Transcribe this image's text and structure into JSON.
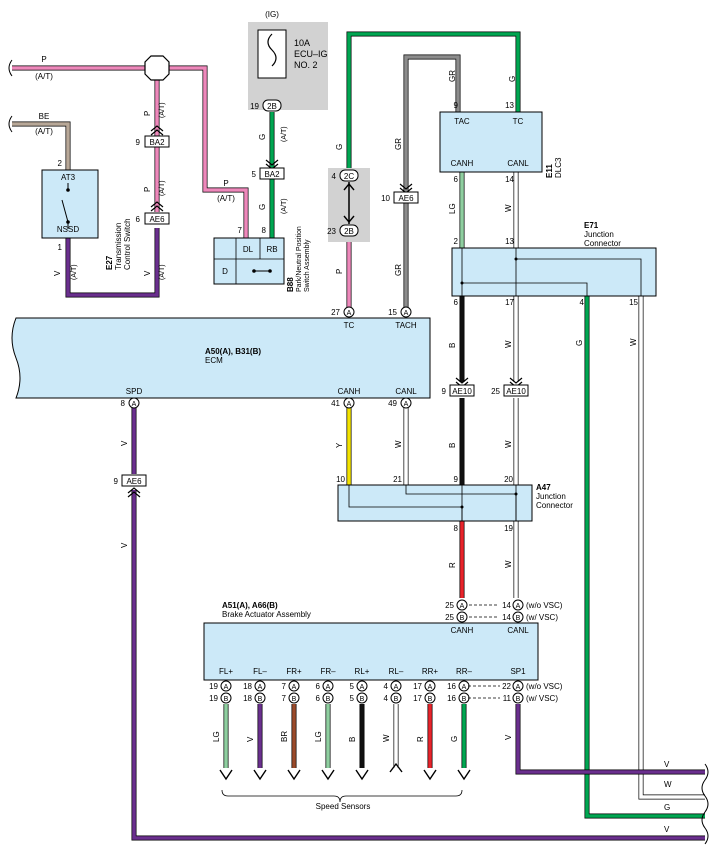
{
  "colors": {
    "P": "#ee88bb",
    "BE": "#b8a898",
    "V": "#6a2f8e",
    "G": "#00a651",
    "GR": "#8c8c8c",
    "LG": "#8fcfa0",
    "W": "#ffffff",
    "B": "#111111",
    "Y": "#f2e200",
    "R": "#e8232a",
    "BR": "#9a4a2a",
    "box_fill": "#cce9f8",
    "relay_fill": "#d2d2d2"
  },
  "icons": {
    "fuse": "fuse-icon",
    "switch": "switch-icon",
    "arrow": "arrow-down-icon",
    "connector_stack": "double-chevron-icon"
  },
  "fuse": {
    "power": "(IG)",
    "rating": "10A",
    "name1": "ECU–IG",
    "name2": "NO. 2"
  },
  "at": "(A/T)",
  "wire_top_left": {
    "color_label": "P",
    "note": "(A/T)"
  },
  "wire_be": {
    "color_label": "BE",
    "note": "(A/T)"
  },
  "labels": {
    "P": "P",
    "V": "V",
    "G": "G",
    "GR": "GR",
    "LG": "LG",
    "W": "W",
    "B": "B",
    "Y": "Y",
    "R": "R",
    "BR": "BR"
  },
  "e27": {
    "id": "E27",
    "name1": "Transmission",
    "name2": "Control Switch",
    "at3": "AT3",
    "nssd": "NSSD",
    "pin_at3": "2",
    "pin_nssd": "1"
  },
  "b88": {
    "id": "B88",
    "name1": "Park/Neutral Position",
    "name2": "Switch Assembly",
    "dl": "DL",
    "rb": "RB",
    "d": "D",
    "pin_dl": "7",
    "pin_rb": "8"
  },
  "connectors": {
    "ba2": "BA2",
    "ae6": "AE6",
    "c2b": "2B",
    "c2c": "2C",
    "ae10": "AE10",
    "pin_a": "A",
    "pin_b": "B"
  },
  "pins": {
    "ba2_left": "9",
    "ae6_left": "6",
    "fuse_2b": "19",
    "ba2_mid": "5",
    "c2c": "4",
    "c2b": "23",
    "ae6_mid": "10",
    "ecm_tc": "27",
    "ecm_tach": "15",
    "ecm_spd": "8",
    "ecm_canh": "41",
    "ecm_canl": "49",
    "ae6_low": "9",
    "ae10_b": "9",
    "ae10_w": "25"
  },
  "dlc3": {
    "id": "E11",
    "name": "DLC3",
    "tac": "TAC",
    "tc": "TC",
    "canh": "CANH",
    "canl": "CANL",
    "pin_tac": "9",
    "pin_tc": "13",
    "pin_canh": "6",
    "pin_canl": "14"
  },
  "e71": {
    "id": "E71",
    "name1": "Junction",
    "name2": "Connector",
    "pin_2": "2",
    "pin_13": "13",
    "pin_6": "6",
    "pin_17": "17",
    "pin_4": "4",
    "pin_15": "15"
  },
  "ecm": {
    "id": "A50(A), B31(B)",
    "name": "ECM",
    "tc": "TC",
    "tach": "TACH",
    "spd": "SPD",
    "canh": "CANH",
    "canl": "CANL"
  },
  "a47": {
    "id": "A47",
    "name1": "Junction",
    "name2": "Connector",
    "pin_10": "10",
    "pin_21": "21",
    "pin_9": "9",
    "pin_20": "20",
    "pin_8": "8",
    "pin_19": "19"
  },
  "brake": {
    "id": "A51(A), A66(B)",
    "name": "Brake Actuator Assembly",
    "canh": "CANH",
    "canl": "CANL",
    "wo_vsc": "(w/o VSC)",
    "w_vsc": "(w/ VSC)",
    "can_pins": {
      "canh_a": "25",
      "canl_a": "14",
      "canh_b": "25",
      "canl_b": "14"
    },
    "sensors": [
      {
        "label": "FL+",
        "pin_a": "19",
        "pin_b": "19",
        "wire": "LG"
      },
      {
        "label": "FL–",
        "pin_a": "18",
        "pin_b": "18",
        "wire": "V"
      },
      {
        "label": "FR+",
        "pin_a": "7",
        "pin_b": "7",
        "wire": "BR"
      },
      {
        "label": "FR–",
        "pin_a": "6",
        "pin_b": "6",
        "wire": "LG"
      },
      {
        "label": "RL+",
        "pin_a": "5",
        "pin_b": "5",
        "wire": "B"
      },
      {
        "label": "RL–",
        "pin_a": "4",
        "pin_b": "4",
        "wire": "W"
      },
      {
        "label": "RR+",
        "pin_a": "17",
        "pin_b": "17",
        "wire": "R"
      },
      {
        "label": "RR–",
        "pin_a": "16",
        "pin_b": "16",
        "wire": "G"
      }
    ],
    "sp1": "SP1",
    "sp1_pin_a": "22",
    "sp1_pin_b": "11",
    "speed_sensors": "Speed Sensors"
  }
}
